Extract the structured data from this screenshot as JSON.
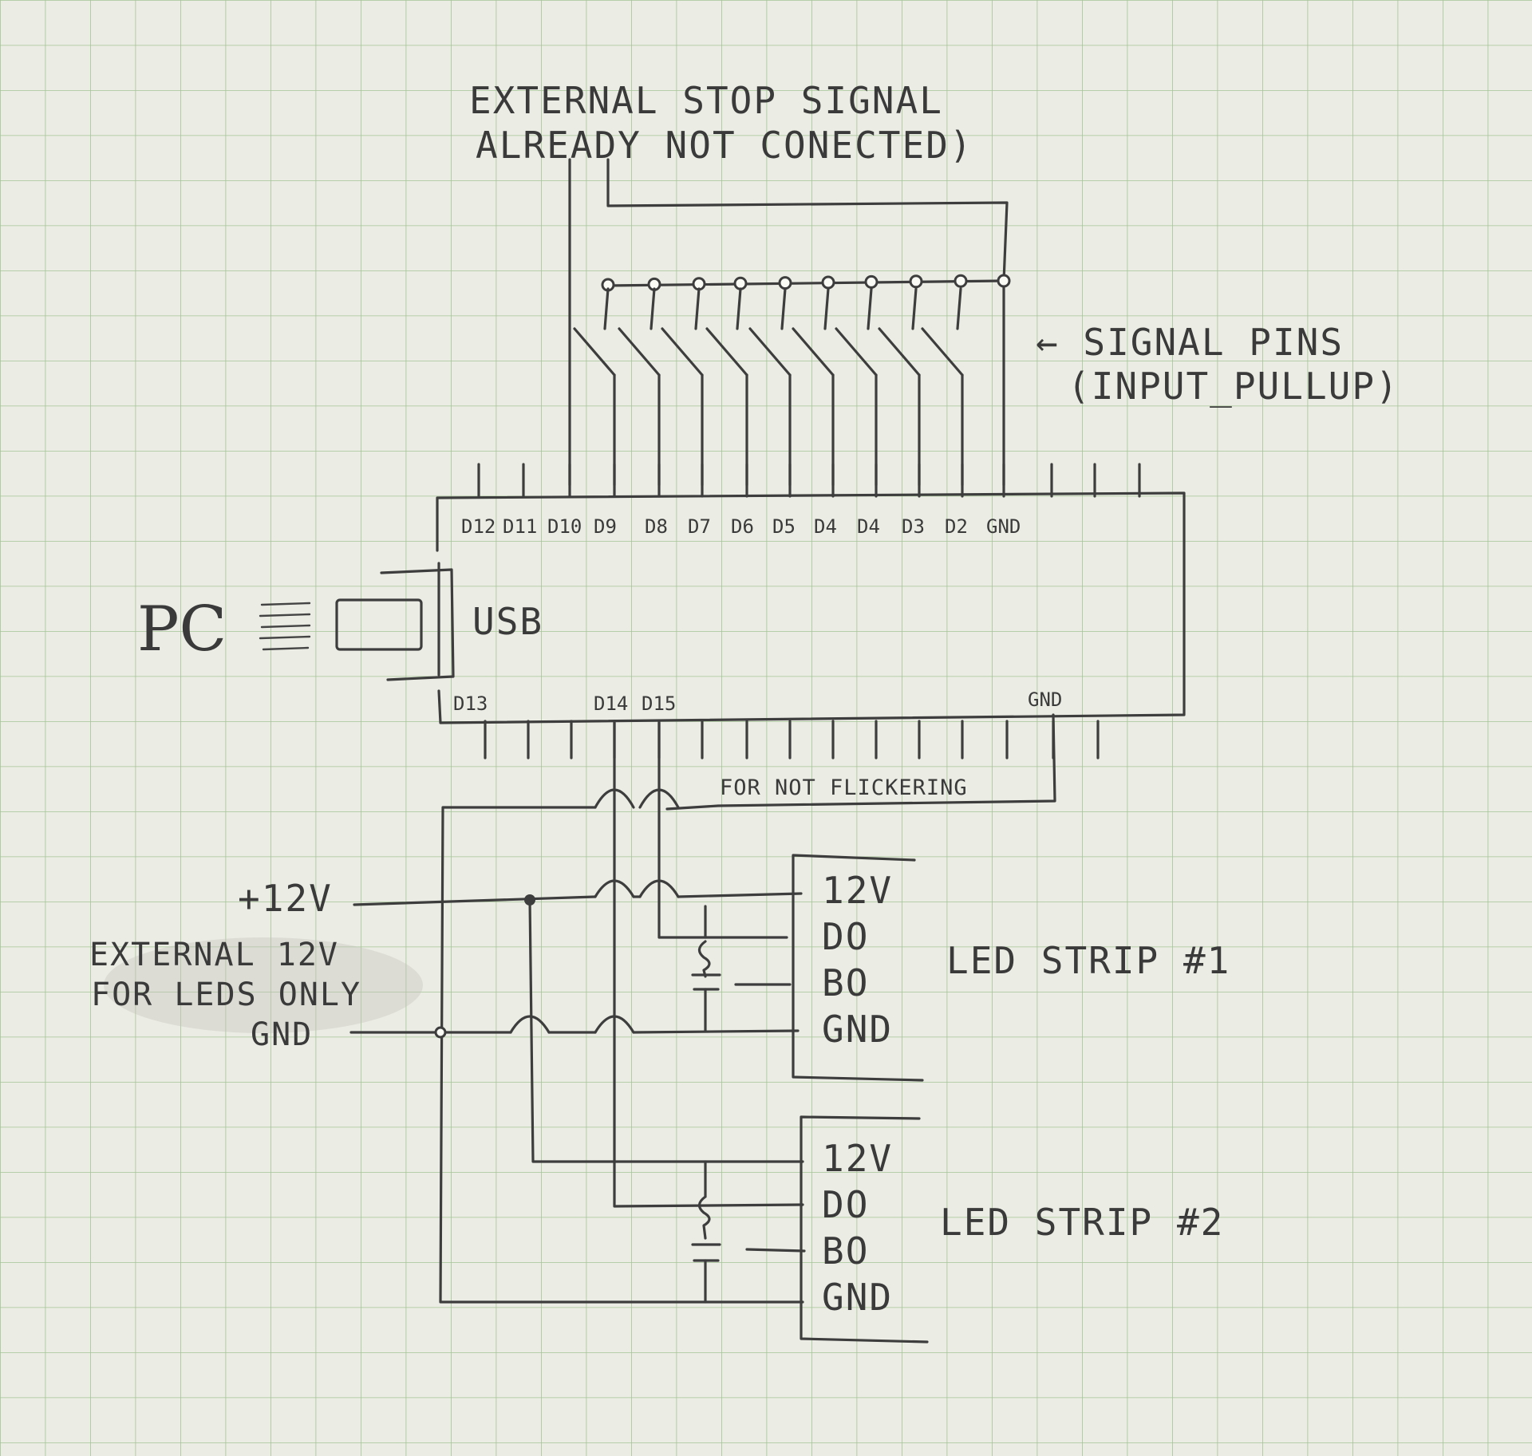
{
  "diagram": {
    "labels": {
      "external_stop_line1": "EXTERNAL STOP SIGNAL",
      "external_stop_line2": "ALREADY NOT CONECTED)",
      "signal_pins_line1": "← SIGNAL PINS",
      "signal_pins_line2": "(INPUT_PULLUP)",
      "usb": "USB",
      "pc": "PC",
      "gnd_bottom": "GND",
      "for_not_flickering": "FOR NOT FLICKERING",
      "plus_12v": "+12V",
      "external_12v_line1": "EXTERNAL 12V",
      "external_12v_line2": "FOR LEDS ONLY",
      "gnd_supply": "GND",
      "strip1_title": "LED STRIP #1",
      "strip2_title": "LED STRIP #2"
    },
    "top_pins": [
      "D12",
      "D11",
      "D10",
      "D9",
      "D8",
      "D7",
      "D6",
      "D5",
      "D4",
      "D4",
      "D3",
      "D2",
      "GND"
    ],
    "bottom_pins": [
      "D13",
      "D14",
      "D15"
    ],
    "strip1_pins": [
      "12V",
      "DO",
      "BO",
      "GND"
    ],
    "strip2_pins": [
      "12V",
      "DO",
      "BO",
      "GND"
    ]
  }
}
